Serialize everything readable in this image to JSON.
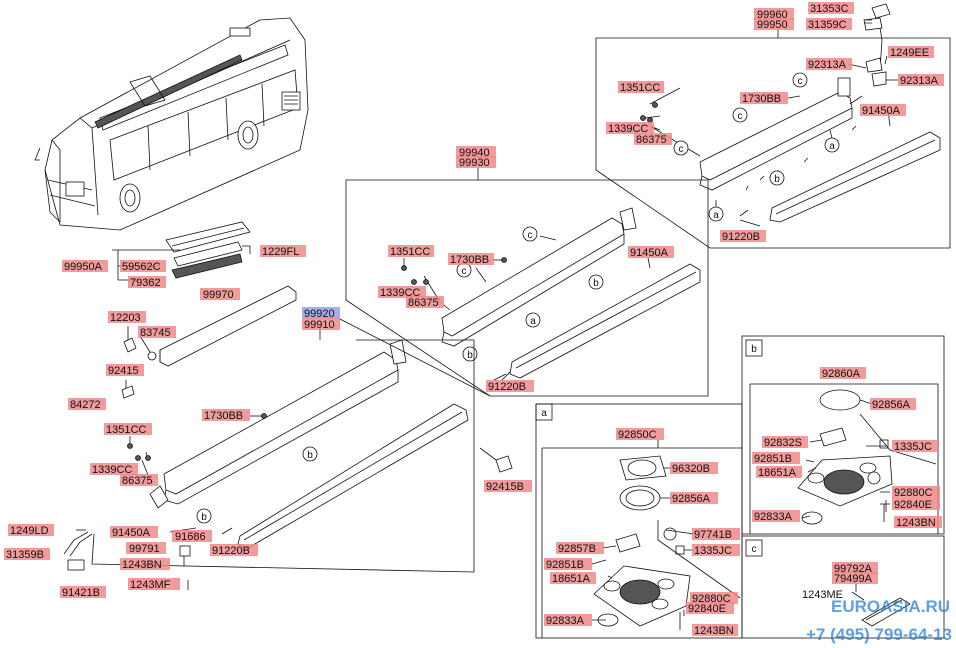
{
  "labels": {
    "p99960": "99960",
    "p99950": "99950",
    "p31353C": "31353C",
    "p31359C": "31359C",
    "p92313A_l": "92313A",
    "p1249EE": "1249EE",
    "p92313A_r": "92313A",
    "p1351CC_tr": "1351CC",
    "p1730BB_tr": "1730BB",
    "p91450A_tr": "91450A",
    "p1339CC_tr": "1339CC",
    "p86375_tr": "86375",
    "p91220B_tr": "91220B",
    "p99940": "99940",
    "p99930": "99930",
    "p1351CC_m": "1351CC",
    "p1730BB_m": "1730BB",
    "p91450A_m": "91450A",
    "p1339CC_m": "1339CC",
    "p86375_m": "86375",
    "p91220B_m": "91220B",
    "p1229FL": "1229FL",
    "p99950A": "99950A",
    "p59562C": "59562C",
    "p79362": "79362",
    "p99970": "99970",
    "p12203": "12203",
    "p83745": "83745",
    "p92415": "92415",
    "p84272": "84272",
    "p99920": "99920",
    "p99910": "99910",
    "p1730BB_l": "1730BB",
    "p1351CC_l": "1351CC",
    "p1339CC_l": "1339CC",
    "p86375_l": "86375",
    "p91450A_l": "91450A",
    "p91686": "91686",
    "p99791": "99791",
    "p1243BN_l": "1243BN",
    "p1243MF": "1243MF",
    "p91220B_l": "91220B",
    "p92415B": "92415B",
    "p1249LD": "1249LD",
    "p31359B": "31359B",
    "p91421B": "91421B",
    "p92860A": "92860A",
    "p92856A_b": "92856A",
    "p92832S": "92832S",
    "p92851B_b": "92851B",
    "p18651A_b": "18651A",
    "p1335JC_b": "1335JC",
    "p92880C_b": "92880C",
    "p92840E_b": "92840E",
    "p92833A_b": "92833A",
    "p1243BN_b": "1243BN",
    "p92850C": "92850C",
    "p96320B": "96320B",
    "p92856A_a": "92856A",
    "p97741B": "97741B",
    "p1335JC_a": "1335JC",
    "p92857B": "92857B",
    "p92851B_a": "92851B",
    "p18651A_a": "18651A",
    "p92880C_a": "92880C",
    "p92840E_a": "92840E",
    "p92833A_a": "92833A",
    "p1243BN_a": "1243BN",
    "p99792A": "99792A",
    "p79499A": "79499A",
    "p1243ME": "1243ME"
  },
  "markers": {
    "a": "a",
    "b": "b",
    "c": "c"
  },
  "watermark": {
    "brand": "EUROASIA.RU",
    "phone": "+7 (495) 799-64-13"
  },
  "colors": {
    "label_highlight": "#f08a8a",
    "selected_highlight": "#9aa4f0",
    "watermark": "#2a7fd4"
  }
}
